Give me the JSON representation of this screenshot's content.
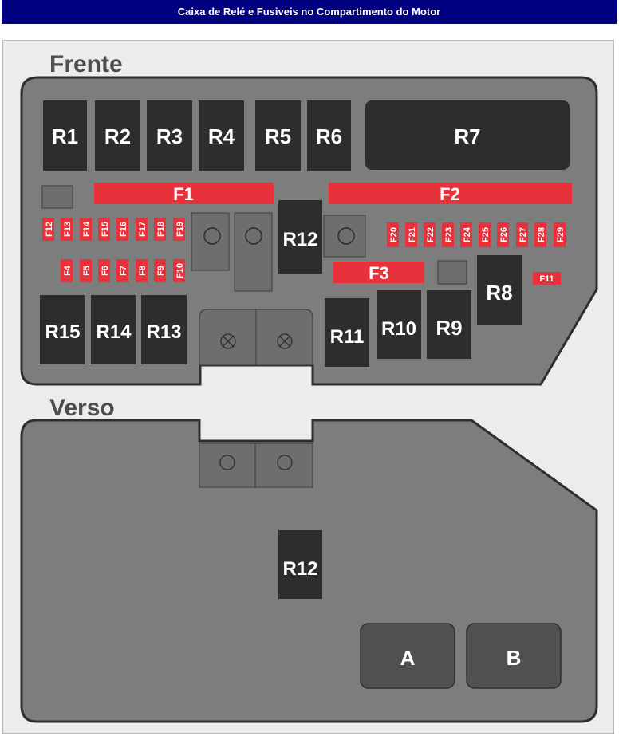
{
  "title": "Caixa de Relé e Fusiveis no Compartimento do Motor",
  "sections": {
    "front": "Frente",
    "back": "Verso"
  },
  "colors": {
    "header": "#000080",
    "box": "#7d7d7d",
    "relay": "#2d2d2d",
    "fuse": "#e8313a",
    "block": "#505050"
  },
  "front": {
    "relays": [
      "R1",
      "R2",
      "R3",
      "R4",
      "R5",
      "R6",
      "R7",
      "R8",
      "R9",
      "R10",
      "R11",
      "R12",
      "R13",
      "R14",
      "R15"
    ],
    "big_fuses": [
      "F1",
      "F2",
      "F3"
    ],
    "fuses_top_left": [
      "F12",
      "F13",
      "F14",
      "F15",
      "F16",
      "F17",
      "F18",
      "F19"
    ],
    "fuses_bottom_left": [
      "F4",
      "F5",
      "F6",
      "F7",
      "F8",
      "F9",
      "F10"
    ],
    "fuses_right": [
      "F20",
      "F21",
      "F22",
      "F23",
      "F24",
      "F25",
      "F26",
      "F27",
      "F28",
      "F29"
    ],
    "fuse_small": "F11"
  },
  "back": {
    "relay": "R12",
    "blocks": [
      "A",
      "B"
    ]
  }
}
